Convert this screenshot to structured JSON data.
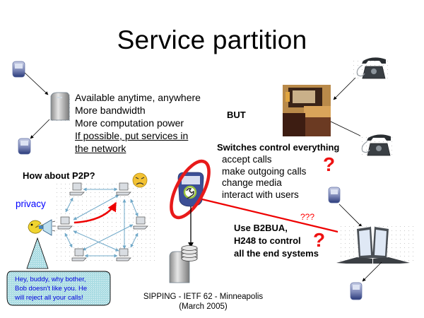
{
  "slide": {
    "title": "Service partition",
    "left_points": [
      "Available anytime, anywhere",
      "More bandwidth",
      "More computation power",
      "If possible, put services in",
      "the network"
    ],
    "but_label": "BUT",
    "switches": {
      "heading": "Switches control everything",
      "items": [
        "accept calls",
        "make outgoing calls",
        "change media",
        "interact with users"
      ]
    },
    "p2p": {
      "heading": "How about P2P?",
      "privacy_label": "privacy",
      "bubble_lines": [
        "Hey, buddy, why bother,",
        "Bob doesn't like you. He",
        "will reject all your calls!"
      ]
    },
    "b2bua": {
      "lines": [
        "Use B2BUA,",
        "H248 to control",
        "all the end systems"
      ],
      "uncertain_label": "???"
    },
    "question_mark": "?",
    "footer": {
      "line1": "SIPPING - IETF 62 - Minneapolis",
      "line2": "(March 2005)"
    },
    "colors": {
      "accent_red": "#ee1111",
      "link_blue": "#0000ff",
      "mesh_blue": "#6fa8c8",
      "bubble_fill": "#bfe6ea"
    }
  }
}
